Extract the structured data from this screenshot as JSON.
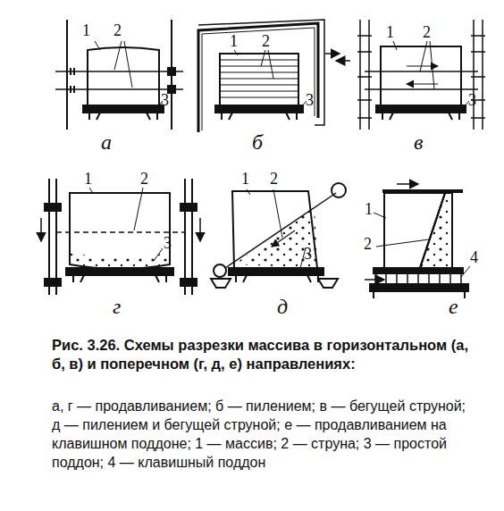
{
  "diagram": {
    "caption": "Рис. 3.26. Схемы разрезки массива в горизонтальном (а, б, в) и поперечном (г, д, е) направлениях:",
    "labels": [
      "1",
      "2",
      "3",
      "а",
      "1",
      "2",
      "3",
      "б",
      "1",
      "2",
      "3",
      "в",
      "1",
      "2",
      "3",
      "г",
      "1",
      "2",
      "3",
      "д",
      "1",
      "2",
      "4",
      "е",
      "а, г — продавливанием; б — пилением; в — бегущей струной; д — пилением и бегущей струной; е — продавливанием на клавишном поддоне; 1 — массив; 2 — струна; 3 — простой поддон; 4 — клавишный поддон"
    ]
  }
}
